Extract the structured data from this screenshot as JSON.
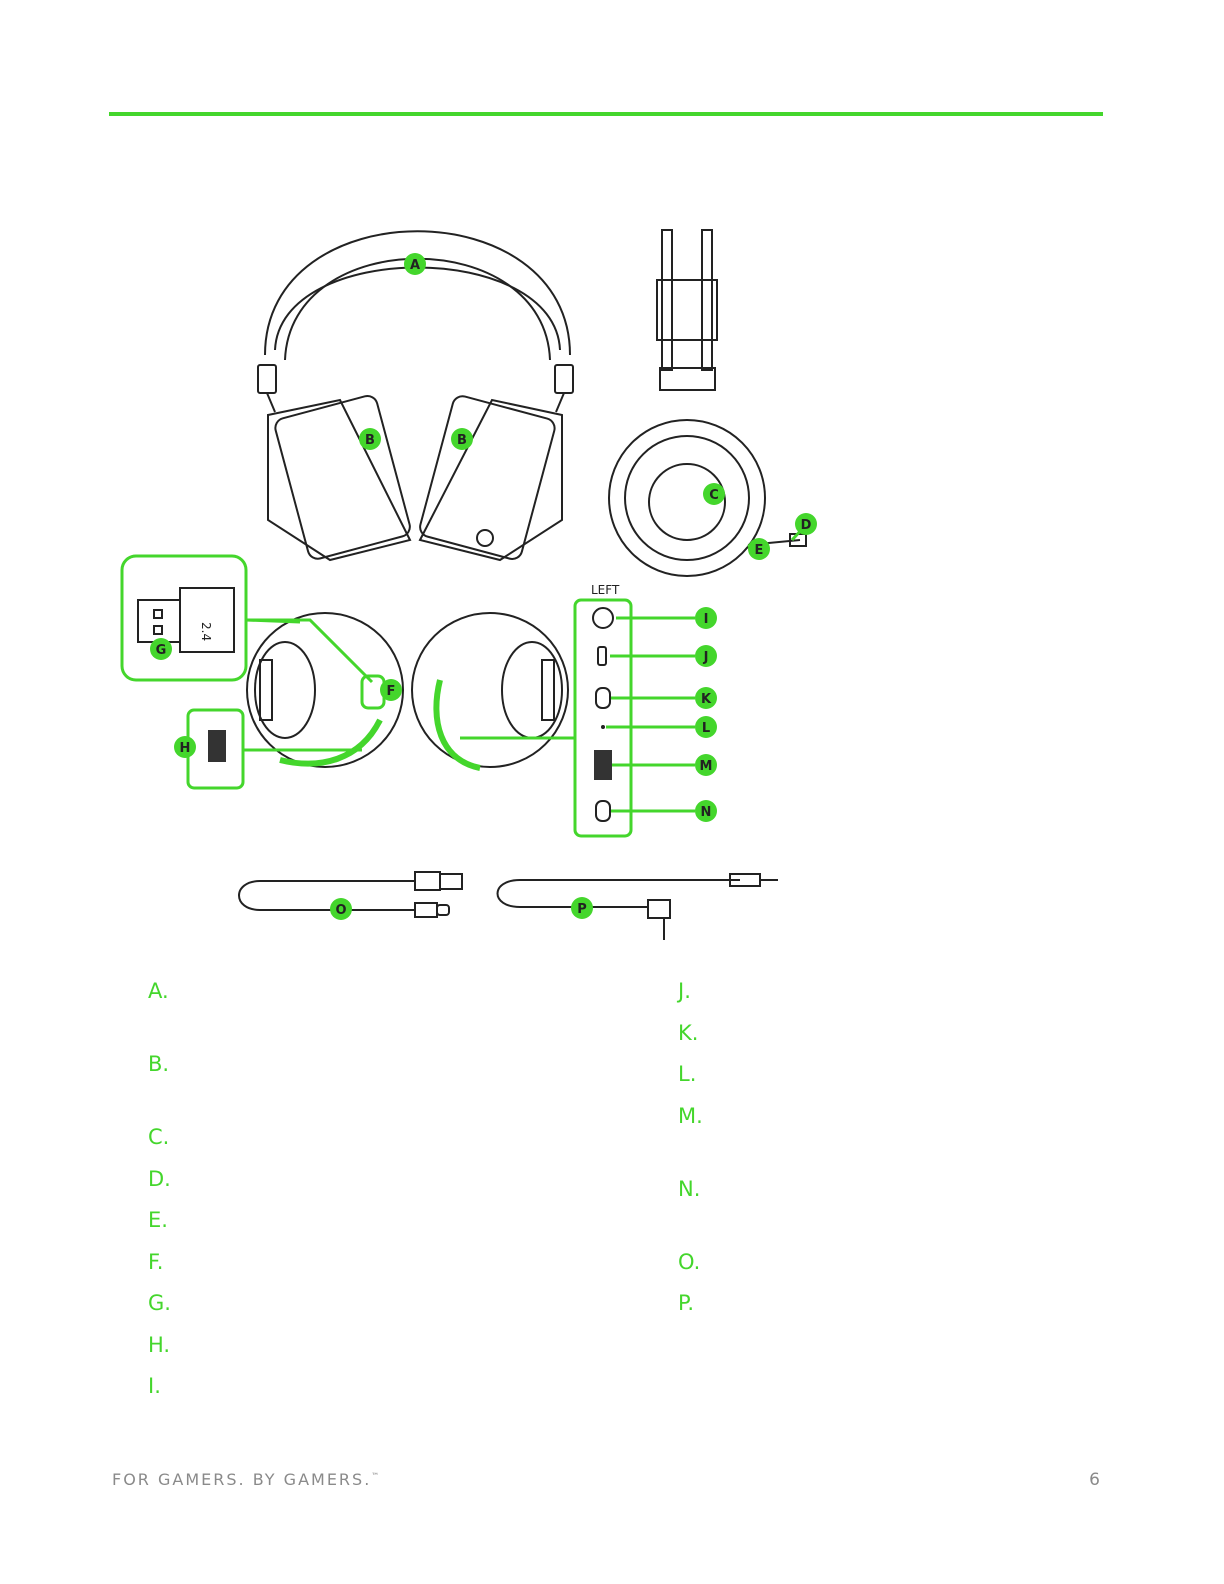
{
  "diagram": {
    "side_label": "LEFT",
    "callouts": [
      "A",
      "B",
      "B",
      "C",
      "D",
      "E",
      "F",
      "G",
      "H",
      "I",
      "J",
      "K",
      "L",
      "M",
      "N",
      "O",
      "P"
    ],
    "dongle_text": "2.4",
    "accent_color": "#44d62c",
    "line_color": "#222222"
  },
  "legend": {
    "left": [
      "A.",
      "B.",
      "C.",
      "D.",
      "E.",
      "F.",
      "G.",
      "H.",
      "I."
    ],
    "right": [
      "J.",
      "K.",
      "L.",
      "M.",
      "N.",
      "O.",
      "P."
    ]
  },
  "footer": {
    "tagline": "FOR GAMERS. BY GAMERS.",
    "trademark": "™",
    "page_number": "6"
  }
}
